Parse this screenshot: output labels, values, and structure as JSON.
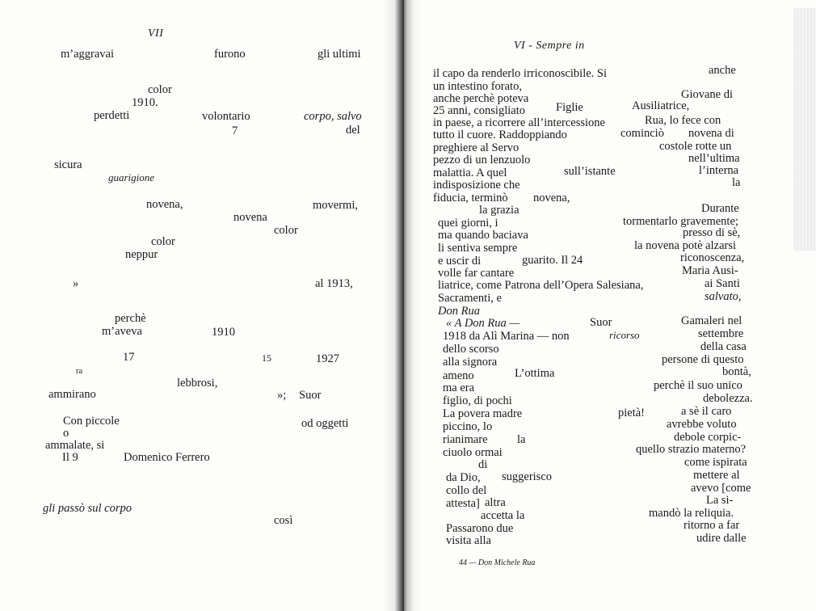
{
  "left_page": {
    "header": "VII",
    "fragments": [
      "m’aggravai",
      "furono",
      "gli ultimi",
      "color",
      "1910.",
      "perdetti",
      "volontario",
      "corpo, salvo",
      "7",
      "del",
      "sicura",
      "guarigione",
      "novena,",
      "movermi,",
      "novena",
      "color",
      "color",
      "neppur",
      "»",
      "al 1913,",
      "perchè",
      "m’aveva",
      "1910",
      "17",
      "15",
      "1927",
      "ra",
      "lebbrosi,",
      "ammirano",
      "»;",
      "Suor",
      "Con piccole",
      "od oggetti",
      "o",
      "ammalate, si",
      "Il 9",
      "Domenico Ferrero",
      "gli passò sul corpo",
      "così"
    ]
  },
  "right_page": {
    "header": "VI - Sempre in",
    "fragments": [
      "anche",
      "il capo da renderlo irriconoscibile. Si",
      "un intestino forato,",
      "Giovane di",
      "anche perchè poteva",
      "25 anni, consigliato",
      "Figlie",
      "Ausiliatrice,",
      "in paese, a ricorrere all’intercessione",
      "Rua, lo fece con",
      "tutto il cuore. Raddoppiando",
      "cominciò",
      "novena di",
      "preghiere al Servo",
      "costole rotte un",
      "pezzo di un lenzuolo",
      "nell’ultima",
      "malattia. A quel",
      "sull’istante",
      "l’interna",
      "indisposizione che",
      "la",
      "fiducia, terminò",
      "novena,",
      "la grazia",
      "Durante",
      "quei giorni, i",
      "tormentarlo gravemente;",
      "ma quando baciava",
      "presso di sè,",
      "li sentiva sempre",
      "la novena potè alzarsi",
      "e uscir di",
      "guarito. Il 24",
      "riconoscenza,",
      "volle far cantare",
      "Maria Ausi-",
      "liatrice, come Patrona dell’Opera Salesiana,",
      "ai Santi",
      "Sacramenti, e",
      "salvato,",
      "Don Rua",
      "« A Don Rua —",
      "Suor",
      "Gamaleri nel",
      "1918 da Alì Marina — non",
      "ricorso",
      "settembre",
      "dello scorso",
      "della casa",
      "alla signora",
      "persone di questo",
      "ameno",
      "L’ottima",
      "bontà,",
      "ma era",
      "perchè il suo unico",
      "figlio, di pochi",
      "debolezza.",
      "La povera madre",
      "pietà!",
      "a sè il caro",
      "piccino, lo",
      "avrebbe voluto",
      "rianimare",
      "la",
      "debole corpic-",
      "ciuolo ormai",
      "quello strazio materno?",
      "di",
      "come ispirata",
      "da Dio,",
      "suggerisco",
      "mettere al",
      "collo del",
      "avevo [come",
      "attesta]",
      "altra",
      "La si-",
      "accetta la",
      "mandò la reliquia.",
      "Passarono due",
      "ritorno a far",
      "visita alla",
      "udire dalle"
    ],
    "footer": "44 — Don Michele Rua"
  }
}
